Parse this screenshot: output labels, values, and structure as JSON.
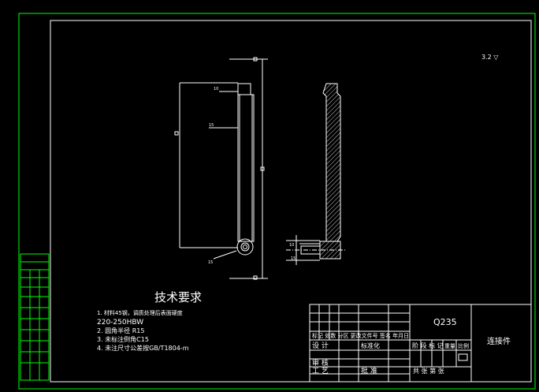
{
  "drawing": {
    "surface_roughness": "3.2 ▽",
    "tech_requirements": {
      "title": "技术要求",
      "lines": [
        "1. 材料45钢，调质处理后表面硬度",
        "220-250HBW",
        "2. 圆角半径 R15",
        "3. 未标注倒角C15",
        "4. 未注尺寸公差按GB/T1804-m"
      ]
    },
    "dimension_labels": [
      "10",
      "15",
      "15",
      "10",
      "15"
    ],
    "title_block": {
      "material": "Q235",
      "part_name": "连接件",
      "row_change": "标记 处数 分区 更改文件号 签名 年月日",
      "design": "设 计",
      "standardization": "标准化",
      "stage_mark": "阶 段 标 记",
      "weight": "重量",
      "scale": "比例",
      "review": "审 核",
      "process": "工 艺",
      "approve": "批 准",
      "sheets": "共  张  第  张"
    }
  },
  "colors": {
    "frame": "#00ff00",
    "border": "#ffffff",
    "part": "#ffffff"
  }
}
